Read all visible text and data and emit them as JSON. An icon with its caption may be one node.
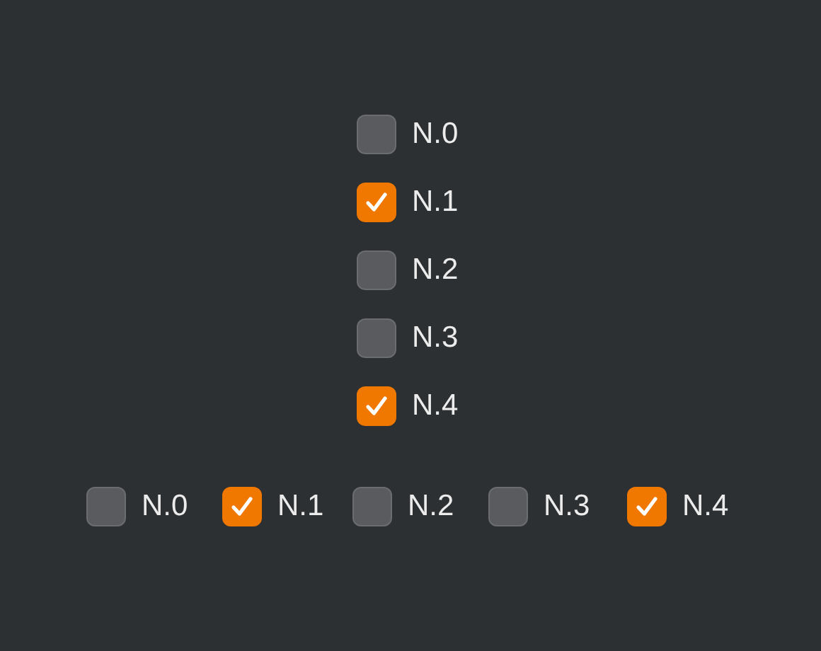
{
  "diagram": {
    "nodes": [
      {
        "text": [],
        "shape": "box",
        "beside": [
          "N.0"
        ]
      },
      {
        "text": [],
        "shape": "tick",
        "beside": [
          "N.1"
        ]
      },
      {
        "text": [],
        "shape": "box",
        "beside": [
          "N.2"
        ]
      },
      {
        "text": [],
        "shape": "box",
        "beside": [
          "N.3"
        ]
      },
      {
        "text": [],
        "shape": "tick",
        "beside": [
          "N.4"
        ]
      },
      {
        "text": [],
        "shape": "box",
        "beside": [
          "N.0"
        ]
      },
      {
        "text": [],
        "shape": "tick",
        "beside": [
          "N.1"
        ]
      },
      {
        "text": [],
        "shape": "box",
        "beside": [
          "N.2"
        ]
      },
      {
        "text": [],
        "shape": "box",
        "beside": [
          "N.3"
        ]
      },
      {
        "text": [],
        "shape": "tick",
        "beside": [
          "N.4"
        ]
      }
    ]
  }
}
